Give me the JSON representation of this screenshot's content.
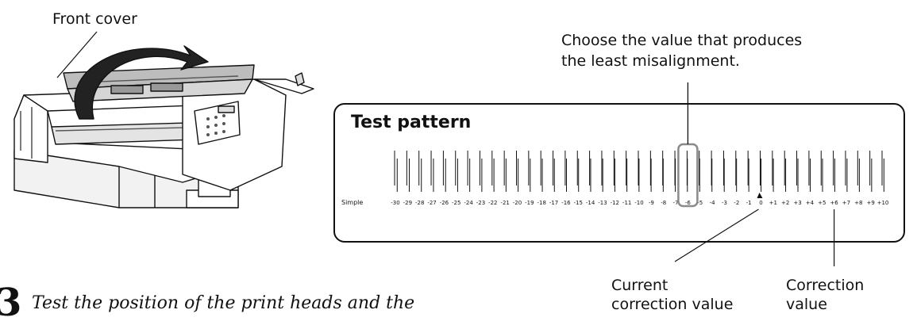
{
  "labels": {
    "front_cover": "Front cover",
    "callout_top_line1": "Choose the value that produces",
    "callout_top_line2": "the least misalignment.",
    "test_pattern_title": "Test pattern",
    "simple_label": "Simple",
    "current_line1": "Current",
    "current_line2": "correction value",
    "correction_line1": "Correction",
    "correction_line2": "value",
    "step_number": "3",
    "step_text": "Test the position of the print heads and the"
  },
  "scale": {
    "values": [
      "-30",
      "-29",
      "-28",
      "-27",
      "-26",
      "-25",
      "-24",
      "-23",
      "-22",
      "-21",
      "-20",
      "-19",
      "-18",
      "-17",
      "-16",
      "-15",
      "-14",
      "-13",
      "-12",
      "-11",
      "-10",
      "-9",
      "-8",
      "-7",
      "-6",
      "-5",
      "-4",
      "-3",
      "-2",
      "-1",
      "0",
      "+1",
      "+2",
      "+3",
      "+4",
      "+5",
      "+6",
      "+7",
      "+8",
      "+9",
      "+10"
    ],
    "selected_value": "-6",
    "current_value": "0",
    "correction_value": "+6"
  },
  "colors": {
    "ink": "#111111",
    "highlight_outline": "#8a8a8a"
  }
}
